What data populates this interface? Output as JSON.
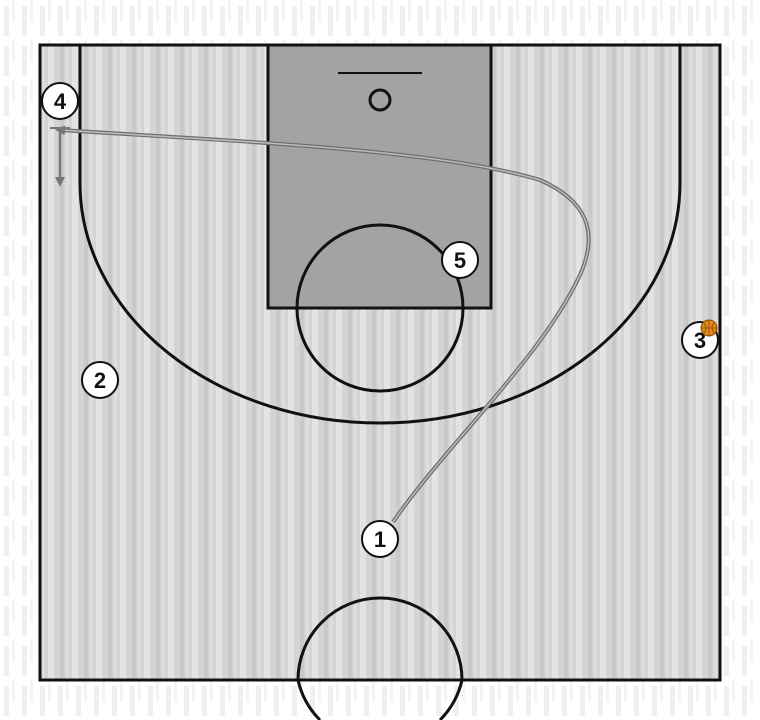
{
  "colors": {
    "background": "#ffffff",
    "court_floor": "#d9d9d9",
    "paint": "#9e9e9e",
    "lines": "#111111",
    "player_fill": "#ffffff",
    "movement_path": "#777777",
    "ball": "#e08a1e"
  },
  "players": [
    {
      "id": "p1",
      "label": "1"
    },
    {
      "id": "p2",
      "label": "2"
    },
    {
      "id": "p3",
      "label": "3",
      "has_ball": true
    },
    {
      "id": "p4",
      "label": "4"
    },
    {
      "id": "p5",
      "label": "5"
    }
  ],
  "movements": [
    {
      "id": "cut-1",
      "type": "cut",
      "player": "1"
    },
    {
      "id": "move-4",
      "type": "short-move",
      "player": "4"
    }
  ],
  "ball_icon": "basketball-icon"
}
